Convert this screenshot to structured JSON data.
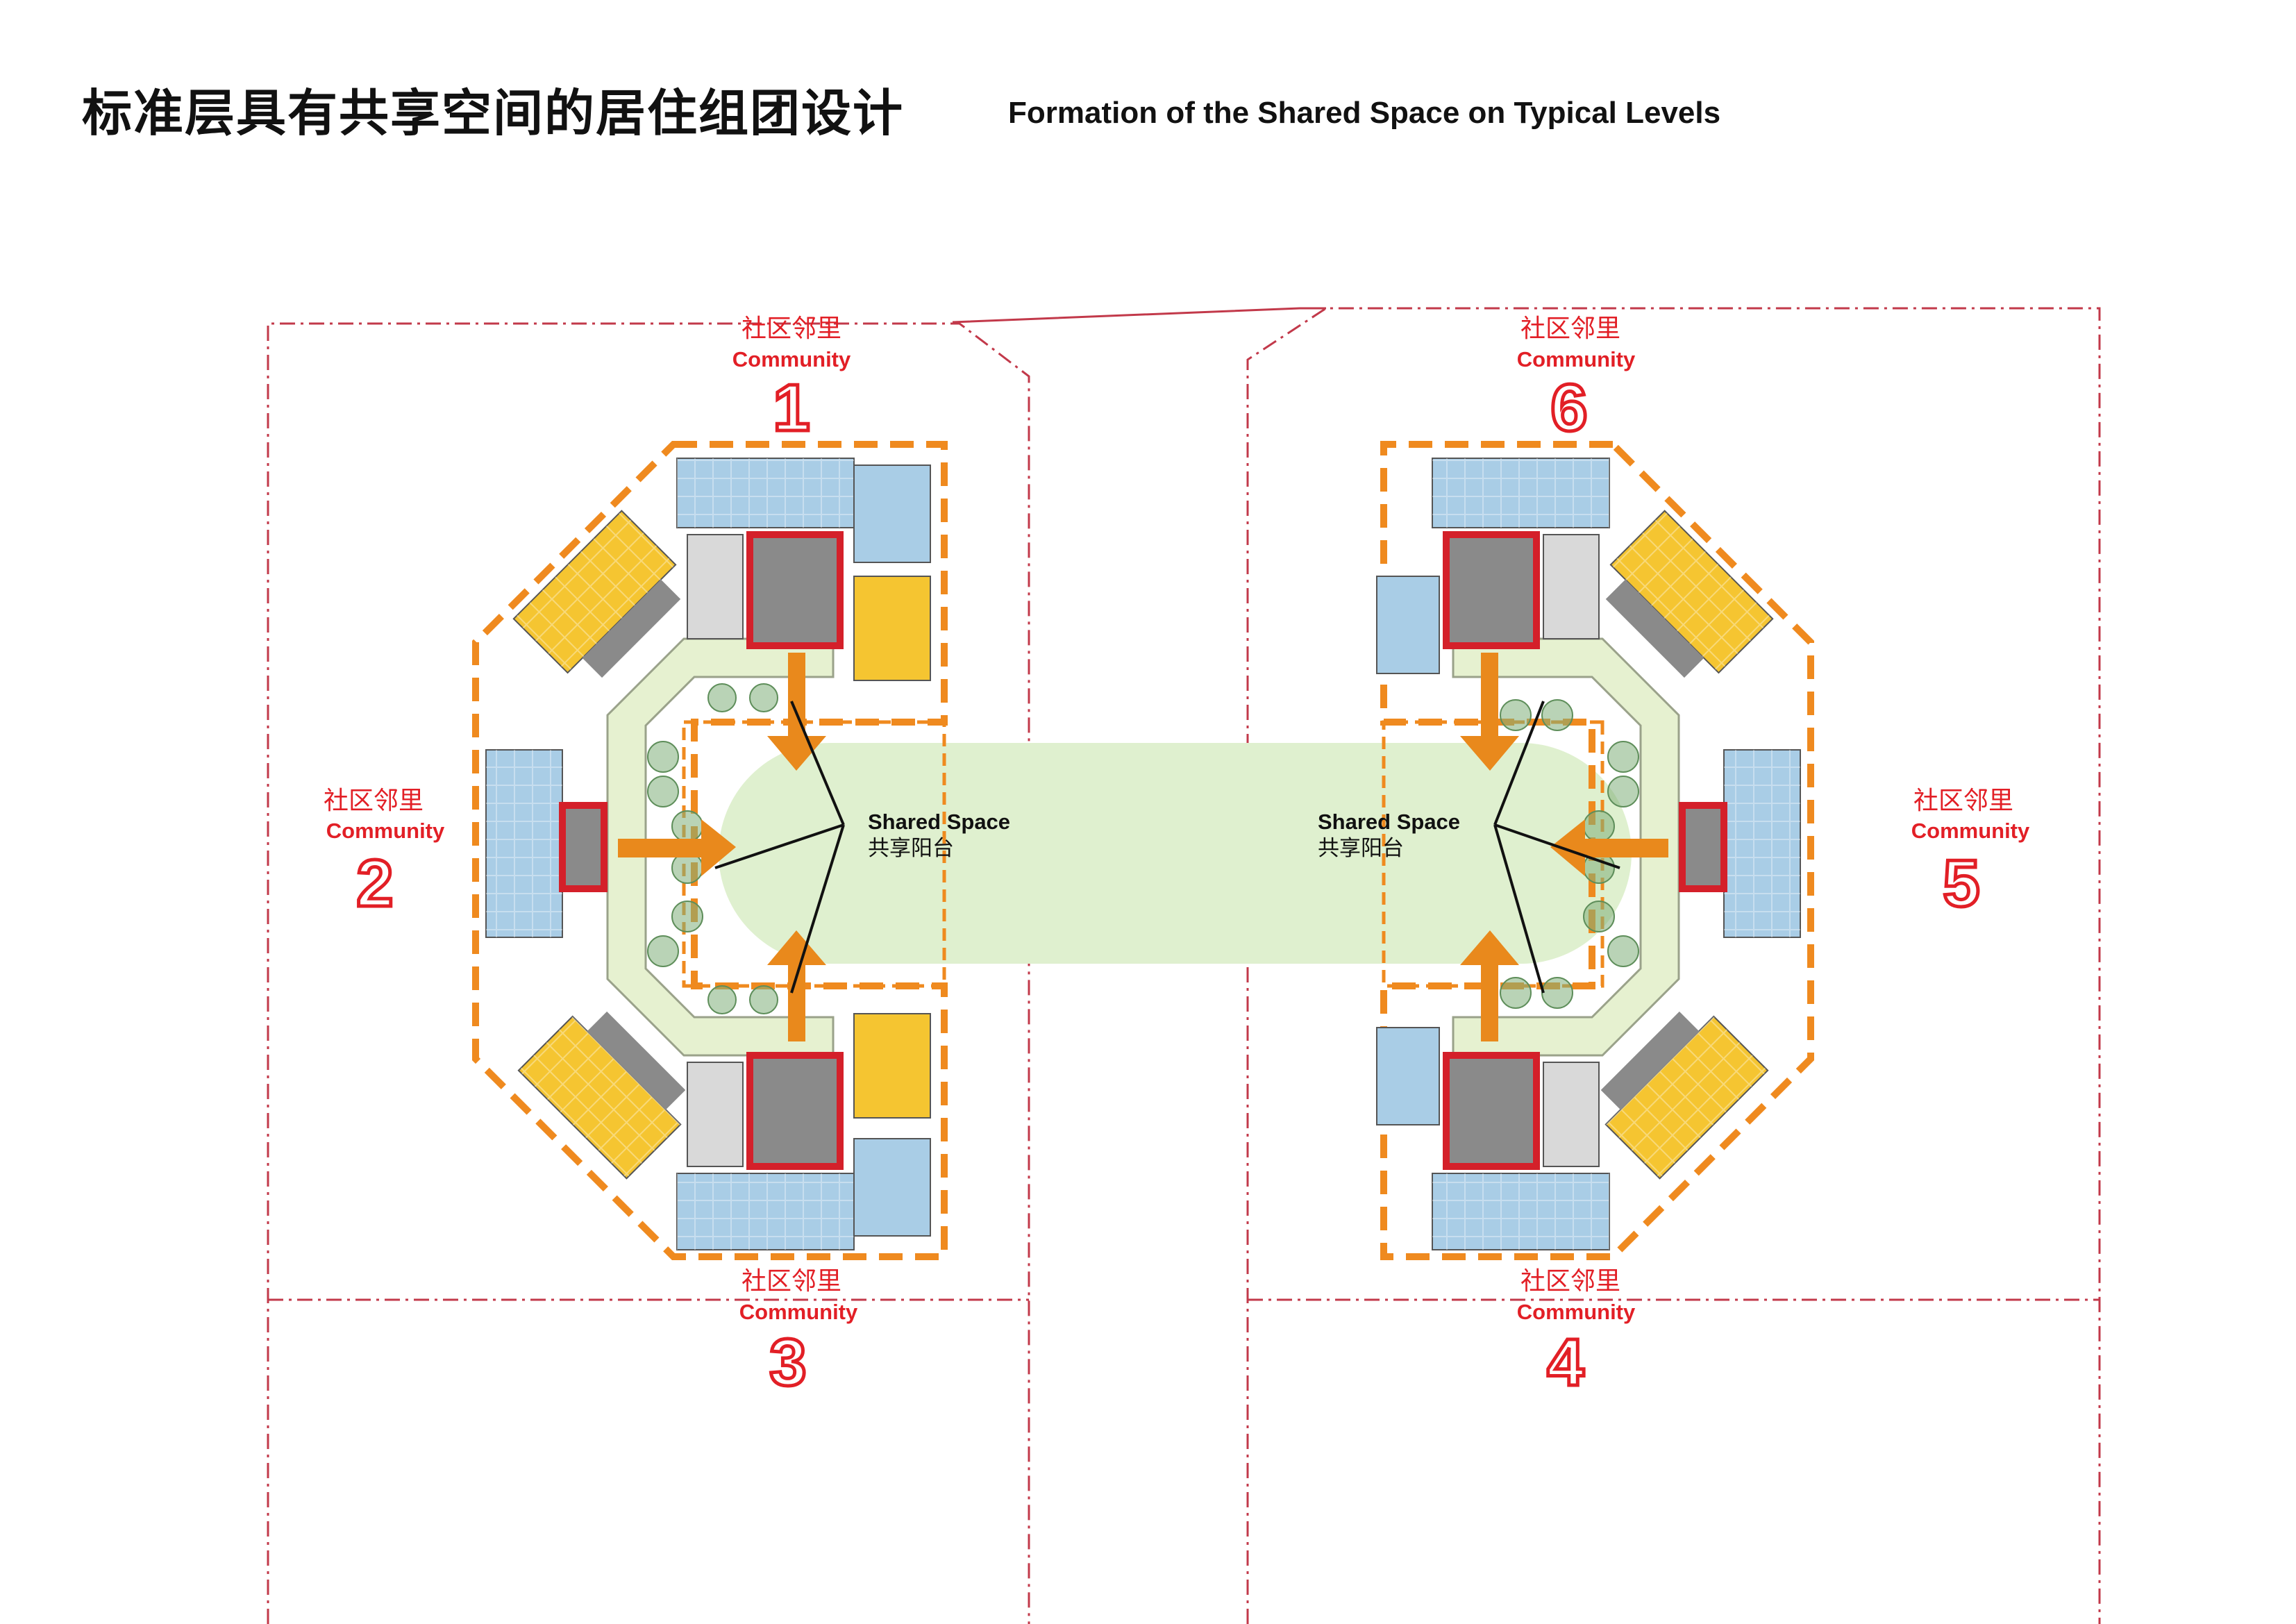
{
  "title": {
    "cn": "标准层具有共享空间的居住组团设计",
    "en": "Formation of the Shared Space on Typical Levels"
  },
  "community_label_cn": "社区邻里",
  "community_label_en": "Community",
  "communities": [
    {
      "number": "1"
    },
    {
      "number": "2"
    },
    {
      "number": "3"
    },
    {
      "number": "4"
    },
    {
      "number": "5"
    },
    {
      "number": "6"
    }
  ],
  "shared_space": {
    "label_en": "Shared Space",
    "label_cn": "共享阳台"
  },
  "colors": {
    "accent_red": "#e21f26",
    "orange_dash": "#ef8a1f",
    "arrow_orange": "#e9891c",
    "shared_green": "#dff0cf",
    "unit_blue": "#a9cde6",
    "unit_yellow": "#f5c531",
    "core_red": "#d4202a",
    "gray_core": "#8a8a8a",
    "corridor_green": "#e6f1d0",
    "tree_green": "#7fae7a"
  }
}
